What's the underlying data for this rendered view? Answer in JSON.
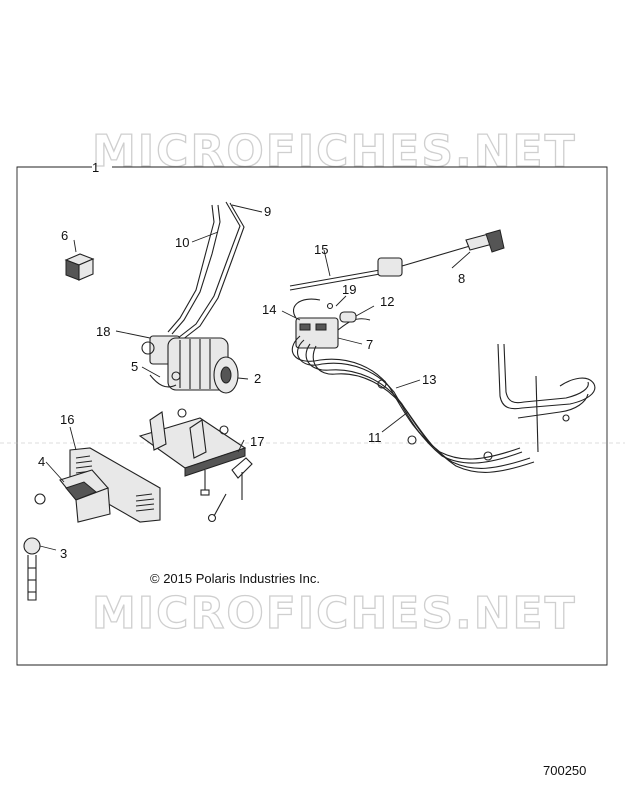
{
  "watermark": {
    "text": "MICROFICHES.NET"
  },
  "copyright": "© 2015 Polaris Industries Inc.",
  "document_number": "700250",
  "callouts": {
    "c1": "1",
    "c2": "2",
    "c3": "3",
    "c4": "4",
    "c5": "5",
    "c6": "6",
    "c7": "7",
    "c8": "8",
    "c9": "9",
    "c10": "10",
    "c11": "11",
    "c12": "12",
    "c13": "13",
    "c14": "14",
    "c15": "15",
    "c16": "16",
    "c17": "17",
    "c18": "18",
    "c19": "19"
  }
}
